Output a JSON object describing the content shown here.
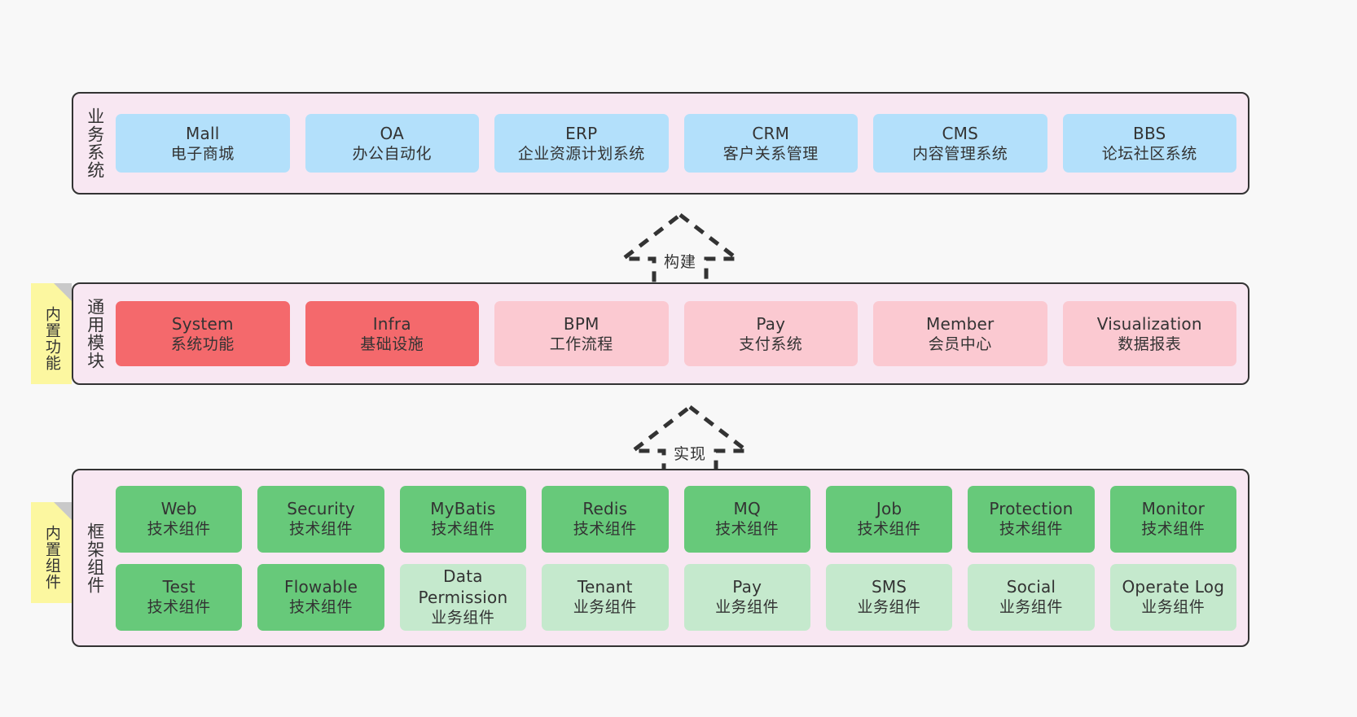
{
  "theme": {
    "background": "#f8f8f8",
    "layer_fill": "#f8e7f2",
    "layer_border": "#333333",
    "business_card": "#b3e0fb",
    "module_active_card": "#f4696c",
    "module_card": "#fbc9d1",
    "tech_component_card": "#67c97a",
    "biz_component_card": "#c5e9cd",
    "note_fill": "#fcf7a0",
    "note_fold": "#c9c9c9"
  },
  "layers": {
    "business": {
      "title": "业务系统",
      "cards": [
        {
          "en": "Mall",
          "cn": "电子商城"
        },
        {
          "en": "OA",
          "cn": "办公自动化"
        },
        {
          "en": "ERP",
          "cn": "企业资源计划系统"
        },
        {
          "en": "CRM",
          "cn": "客户关系管理"
        },
        {
          "en": "CMS",
          "cn": "内容管理系统"
        },
        {
          "en": "BBS",
          "cn": "论坛社区系统"
        }
      ]
    },
    "module": {
      "title": "通用模块",
      "note": "内置功能",
      "cards": [
        {
          "en": "System",
          "cn": "系统功能",
          "style": "c-red"
        },
        {
          "en": "Infra",
          "cn": "基础设施",
          "style": "c-red"
        },
        {
          "en": "BPM",
          "cn": "工作流程",
          "style": "c-pink"
        },
        {
          "en": "Pay",
          "cn": "支付系统",
          "style": "c-pink"
        },
        {
          "en": "Member",
          "cn": "会员中心",
          "style": "c-pink"
        },
        {
          "en": "Visualization",
          "cn": "数据报表",
          "style": "c-pink"
        }
      ]
    },
    "framework": {
      "title": "框架组件",
      "note": "内置组件",
      "row_tech": [
        {
          "en": "Web",
          "cn": "技术组件"
        },
        {
          "en": "Security",
          "cn": "技术组件"
        },
        {
          "en": "MyBatis",
          "cn": "技术组件"
        },
        {
          "en": "Redis",
          "cn": "技术组件"
        },
        {
          "en": "MQ",
          "cn": "技术组件"
        },
        {
          "en": "Job",
          "cn": "技术组件"
        },
        {
          "en": "Protection",
          "cn": "技术组件"
        },
        {
          "en": "Monitor",
          "cn": "技术组件"
        }
      ],
      "row_biz": [
        {
          "en": "Test",
          "cn": "技术组件",
          "style": "c-green"
        },
        {
          "en": "Flowable",
          "cn": "技术组件",
          "style": "c-green"
        },
        {
          "en": "Data Permission",
          "cn": "业务组件",
          "style": "c-lightgreen"
        },
        {
          "en": "Tenant",
          "cn": "业务组件",
          "style": "c-lightgreen"
        },
        {
          "en": "Pay",
          "cn": "业务组件",
          "style": "c-lightgreen"
        },
        {
          "en": "SMS",
          "cn": "业务组件",
          "style": "c-lightgreen"
        },
        {
          "en": "Social",
          "cn": "业务组件",
          "style": "c-lightgreen"
        },
        {
          "en": "Operate Log",
          "cn": "业务组件",
          "style": "c-lightgreen"
        }
      ]
    }
  },
  "arrows": [
    {
      "label": "构建",
      "name": "arrow-build"
    },
    {
      "label": "实现",
      "name": "arrow-realize"
    }
  ]
}
